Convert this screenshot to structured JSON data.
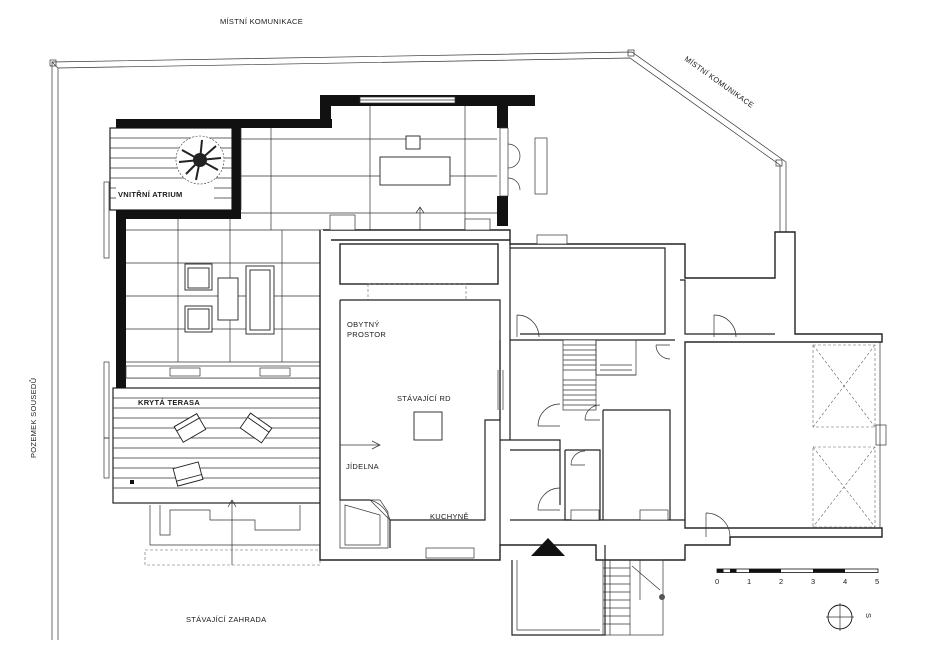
{
  "labels": {
    "road_top": "MÍSTNÍ KOMUNIKACE",
    "road_diag": "MÍSTNÍ KOMUNIKACE",
    "neighbor": "POZEMEK SOUSEDŮ",
    "garden": "STÁVAJÍCÍ ZAHRADA",
    "atrium": "VNITŘNÍ ATRIUM",
    "terrace": "KRYTÁ TERASA",
    "living_1": "OBYTNÝ",
    "living_2": "PROSTOR",
    "existing": "STÁVAJÍCÍ RD",
    "dining": "JÍDELNA",
    "kitchen": "KUCHYNĚ"
  },
  "scale_bar": {
    "ticks": [
      "0",
      "1",
      "2",
      "3",
      "4",
      "5"
    ]
  },
  "north_symbol": {
    "icon": "north-arrow-icon",
    "letter": "S"
  }
}
